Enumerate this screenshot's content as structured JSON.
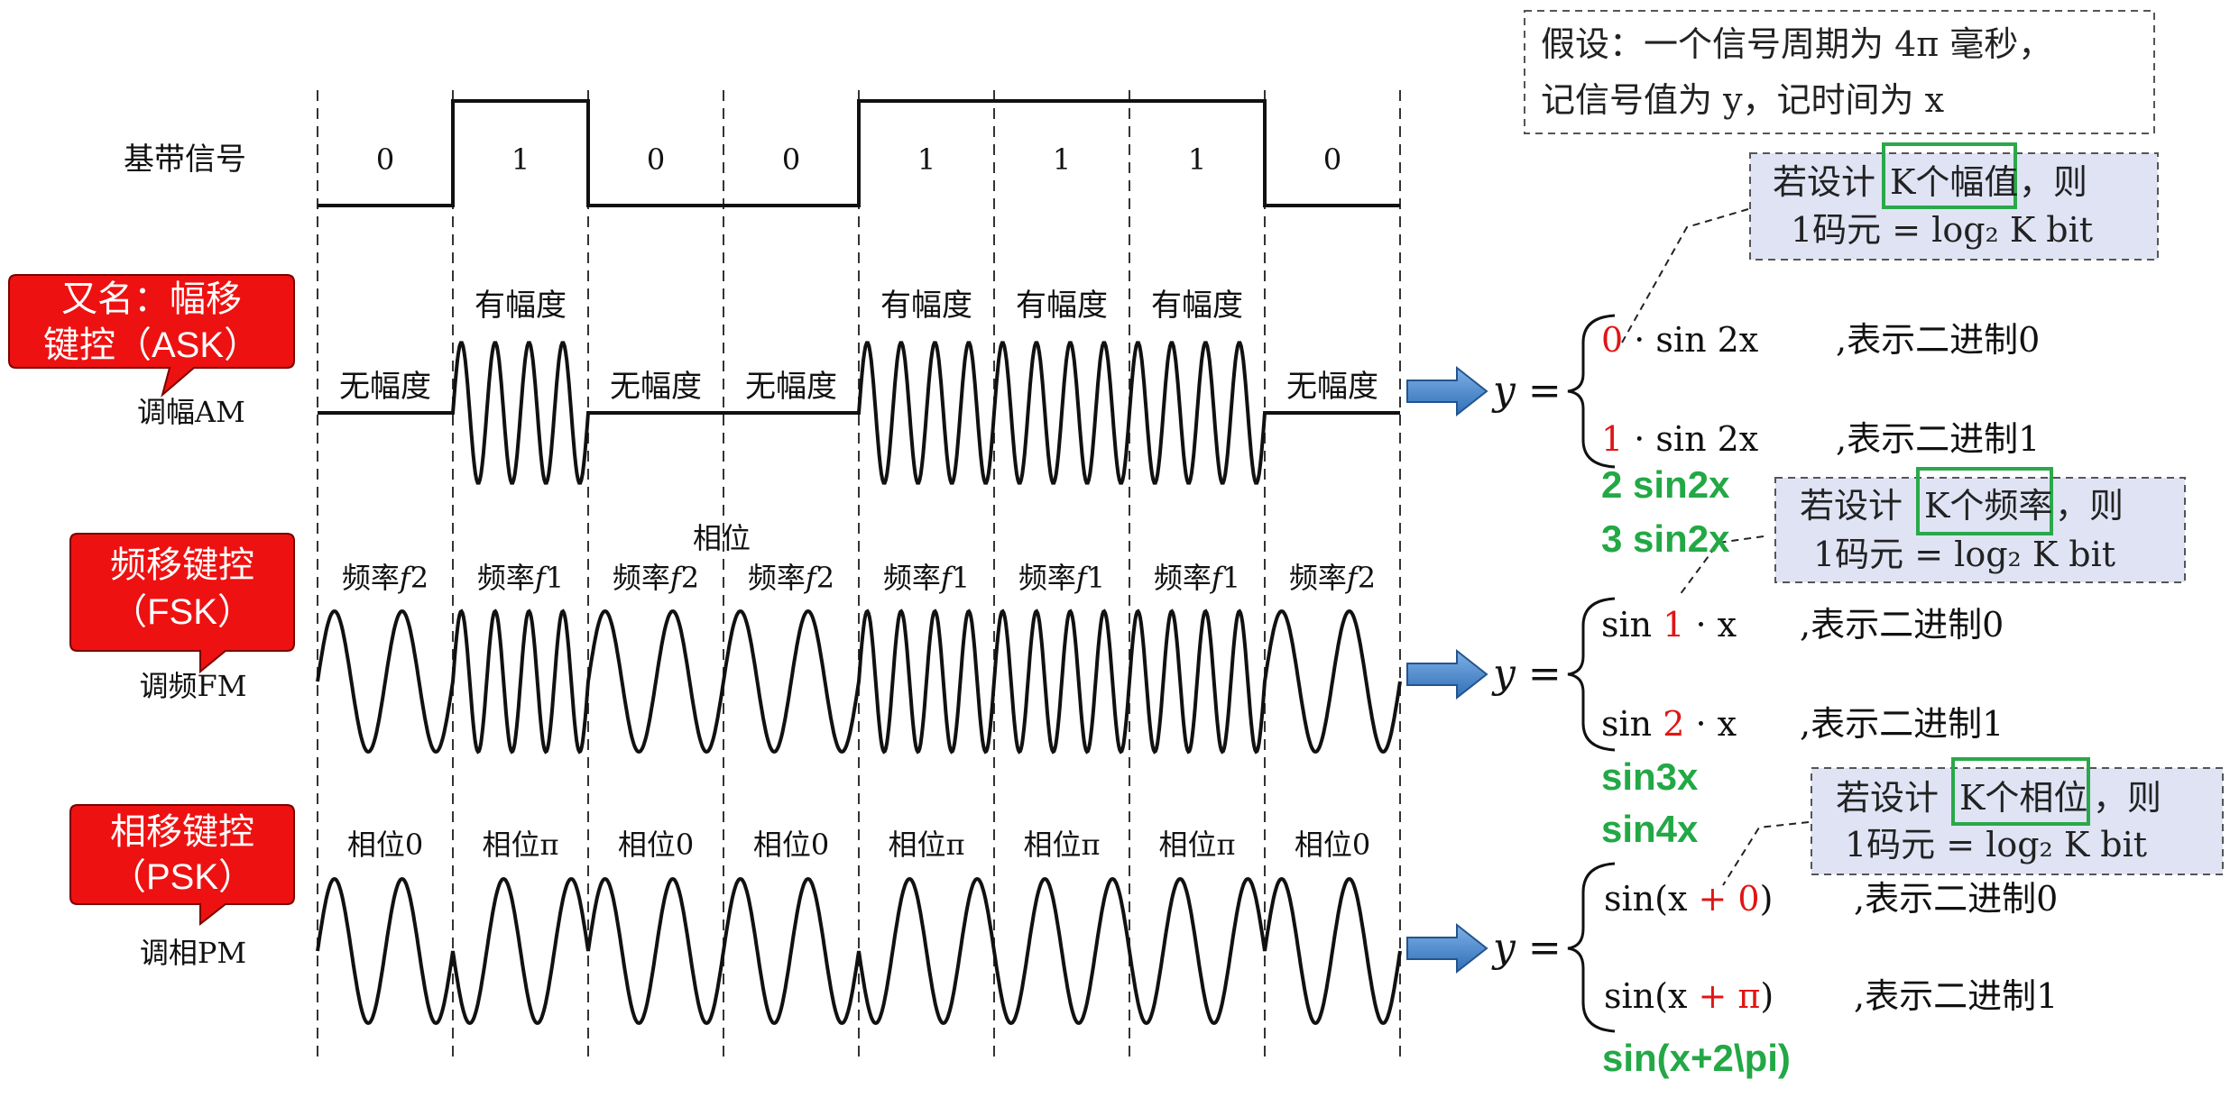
{
  "baseband": {
    "label": "基带信号",
    "bits": [
      "0",
      "1",
      "0",
      "0",
      "1",
      "1",
      "1",
      "0"
    ]
  },
  "am": {
    "callout": [
      "又名：幅移",
      "键控（ASK）"
    ],
    "label": "调幅AM",
    "segments": [
      "无幅度",
      "有幅度",
      "无幅度",
      "无幅度",
      "有幅度",
      "有幅度",
      "有幅度",
      "无幅度"
    ]
  },
  "fm": {
    "callout": [
      "频移键控",
      "（FSK）"
    ],
    "label": "调频FM",
    "extra": "相位",
    "segments": [
      "频率f2",
      "频率f1",
      "频率f2",
      "频率f2",
      "频率f1",
      "频率f1",
      "频率f1",
      "频率f2"
    ]
  },
  "pm": {
    "callout": [
      "相移键控",
      "（PSK）"
    ],
    "label": "调相PM",
    "segments": [
      "相位0",
      "相位π",
      "相位0",
      "相位0",
      "相位π",
      "相位π",
      "相位π",
      "相位0"
    ]
  },
  "assumption": {
    "line1": "假设：一个信号周期为 4π 毫秒，",
    "line2": "记信号值为 y，记时间为 x"
  },
  "boxes": {
    "amplitude": {
      "prefix": "若设计",
      "key": "K个幅值",
      "suffix": "，则",
      "formula": "1码元 = log₂ K bit"
    },
    "frequency": {
      "prefix": "若设计",
      "key": "K个频率",
      "suffix": "，则",
      "formula": "1码元 = log₂ K bit"
    },
    "phase": {
      "prefix": "若设计",
      "key": "K个相位",
      "suffix": "，则",
      "formula": "1码元 = log₂ K bit"
    }
  },
  "equations": {
    "y": "y =",
    "am": [
      {
        "coef": "0",
        "rest": " · sin 2x",
        "desc": ",表示二进制0"
      },
      {
        "coef": "1",
        "rest": " · sin 2x",
        "desc": ",表示二进制1"
      }
    ],
    "fm": [
      {
        "pre": "sin ",
        "coef": "1",
        "rest": " · x",
        "desc": ",表示二进制0"
      },
      {
        "pre": "sin ",
        "coef": "2",
        "rest": " · x",
        "desc": ",表示二进制1"
      }
    ],
    "pm": [
      {
        "pre": "sin(x ",
        "coef": "+ 0",
        "rest": ")",
        "desc": ",表示二进制0"
      },
      {
        "pre": "sin(x ",
        "coef": "+ π",
        "rest": ")",
        "desc": ",表示二进制1"
      }
    ]
  },
  "handwritten": {
    "am": [
      "2 sin2x",
      "3 sin2x"
    ],
    "fm": [
      "sin3x",
      "sin4x"
    ],
    "pm": [
      "sin(x+2\\pi)"
    ]
  },
  "colors": {
    "callout": "#ee1111",
    "arrow": "#4a86c8",
    "box": "#dfe3f4",
    "green": "#22a845",
    "red": "#e01515"
  }
}
